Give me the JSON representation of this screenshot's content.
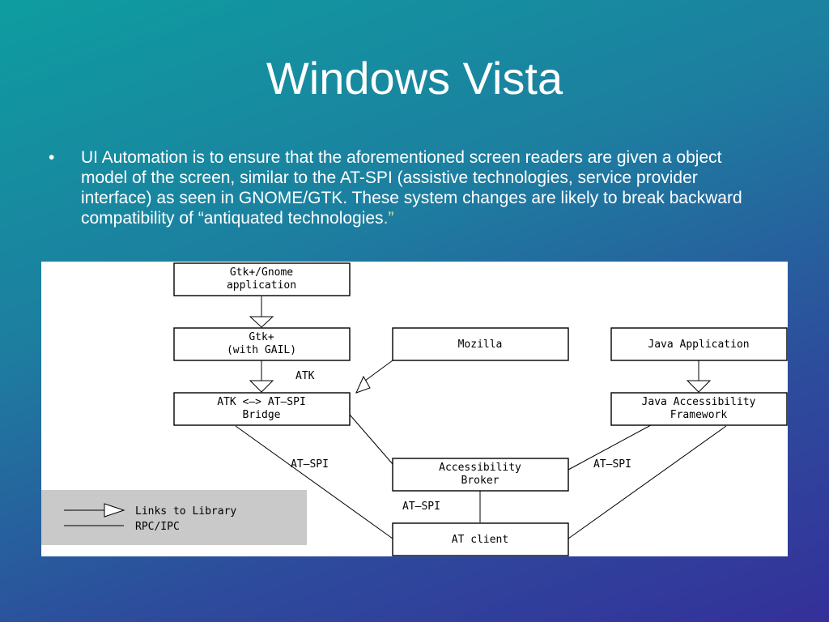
{
  "slide": {
    "title": "Windows Vista",
    "bullet": {
      "marker": "•",
      "text": "UI Automation is to ensure that the aforementioned screen readers are given a object model of the screen, similar to the AT-SPI (assistive technologies, service provider interface) as seen in GNOME/GTK.  These system changes are likely to break backward compatibility of “antiquated technologies",
      "ending": ".”"
    }
  },
  "diagram": {
    "boxes": {
      "gnome_app": [
        "Gtk+/Gnome",
        "application"
      ],
      "gtk_gail": [
        "Gtk+",
        "(with GAIL)"
      ],
      "mozilla": [
        "Mozilla"
      ],
      "java_app": [
        "Java Application"
      ],
      "atk_bridge": [
        "ATK <—> AT—SPI",
        "Bridge"
      ],
      "java_framework": [
        "Java Accessibility",
        "Framework"
      ],
      "broker": [
        "Accessibility",
        "Broker"
      ],
      "at_client": [
        "AT client"
      ]
    },
    "edge_labels": {
      "atk": "ATK",
      "atspi_left": "AT—SPI",
      "atspi_right": "AT—SPI",
      "atspi_center": "AT—SPI"
    },
    "legend": {
      "links": "Links to Library",
      "rpc": "RPC/IPC"
    }
  }
}
